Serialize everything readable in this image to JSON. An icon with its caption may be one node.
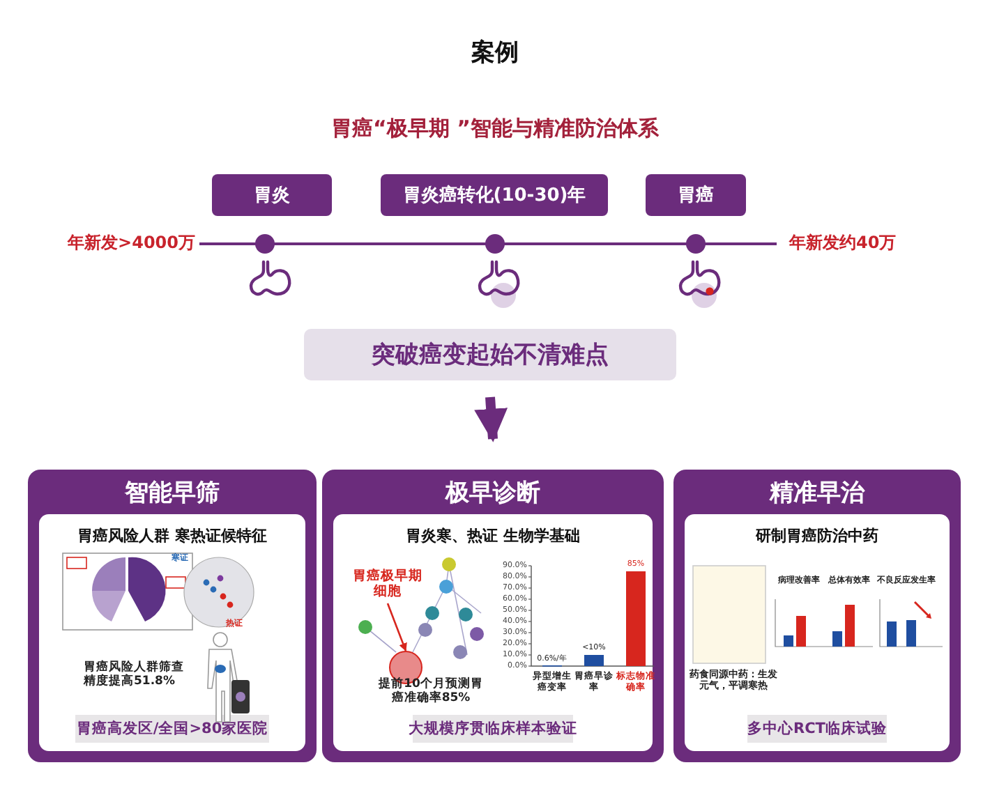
{
  "diagram": {
    "title": "案例",
    "nodes": [
      {
        "text": [
          "胃炎"
        ]
      },
      {
        "text": [
          "胃炎癌转化(10-30)年"
        ]
      },
      {
        "text": [
          "胃癌"
        ]
      },
      {
        "text": [
          "突破癌变起始不清难点"
        ]
      },
      {
        "text": [
          "智能早筛"
        ]
      },
      {
        "text": [
          "胃癌风险人群 寒热证候特征"
        ],
        "in": 4
      },
      {
        "text": [
          "胃癌高发区/全国>80家医院"
        ],
        "in": 5
      },
      {
        "text": [
          "极早诊断"
        ]
      },
      {
        "text": [
          "胃炎寒、热证 生物学基础"
        ],
        "in": 7
      },
      {
        "text": [
          "胃癌极早期细胞"
        ],
        "in": 8
      },
      {
        "text": [
          "大规模序贯临床样本验证"
        ],
        "in": 8
      },
      {
        "text": [
          "精准早治"
        ]
      },
      {
        "text": [
          "研制胃癌防治中药"
        ],
        "in": 11
      },
      {
        "text": [
          "多中心RCT临床试验"
        ],
        "in": 12
      },
      {
        "text": [],
        "shape": "circle",
        "in": 8
      }
    ],
    "edges": [
      {
        "from": 3,
        "to": 7,
        "arrow": "to",
        "style": "thick"
      },
      {
        "from": 9,
        "to": 14,
        "arrow": "to",
        "color": "#d7261e"
      }
    ],
    "labels": [
      "胃癌“极早期 ”智能与精准防治体系",
      "年新发>4000万",
      "年新发约40万",
      "寒证",
      "热证",
      "胃癌风险人群筛查精度提高51.8%",
      "提前10个月预测胃癌准确率85%",
      "病理改善率",
      "总体有效率",
      "不良反应发生率",
      "药食同源中药：生发元气，平调寒热"
    ],
    "chart_data": {
      "type": "bar",
      "categories": [
        "异型增生癌变率",
        "胃癌早诊率",
        "标志物准确率"
      ],
      "series": [
        {
          "values": [
            0.6,
            10,
            85
          ]
        }
      ],
      "ylim": [
        0,
        90
      ],
      "yticks": [
        {
          "value": 0,
          "label": "0.0%"
        },
        {
          "value": 10,
          "label": "10.0%"
        },
        {
          "value": 20,
          "label": "20.0%"
        },
        {
          "value": 30,
          "label": "30.0%"
        },
        {
          "value": 40,
          "label": "40.0%"
        },
        {
          "value": 50,
          "label": "50.0%"
        },
        {
          "value": 60,
          "label": "60.0%"
        },
        {
          "value": 70,
          "label": "70.0%"
        },
        {
          "value": 80,
          "label": "80.0%"
        },
        {
          "value": 90,
          "label": "90.0%"
        }
      ],
      "value_labels": [
        "0.6%/年",
        "<10%",
        "85%"
      ]
    }
  }
}
